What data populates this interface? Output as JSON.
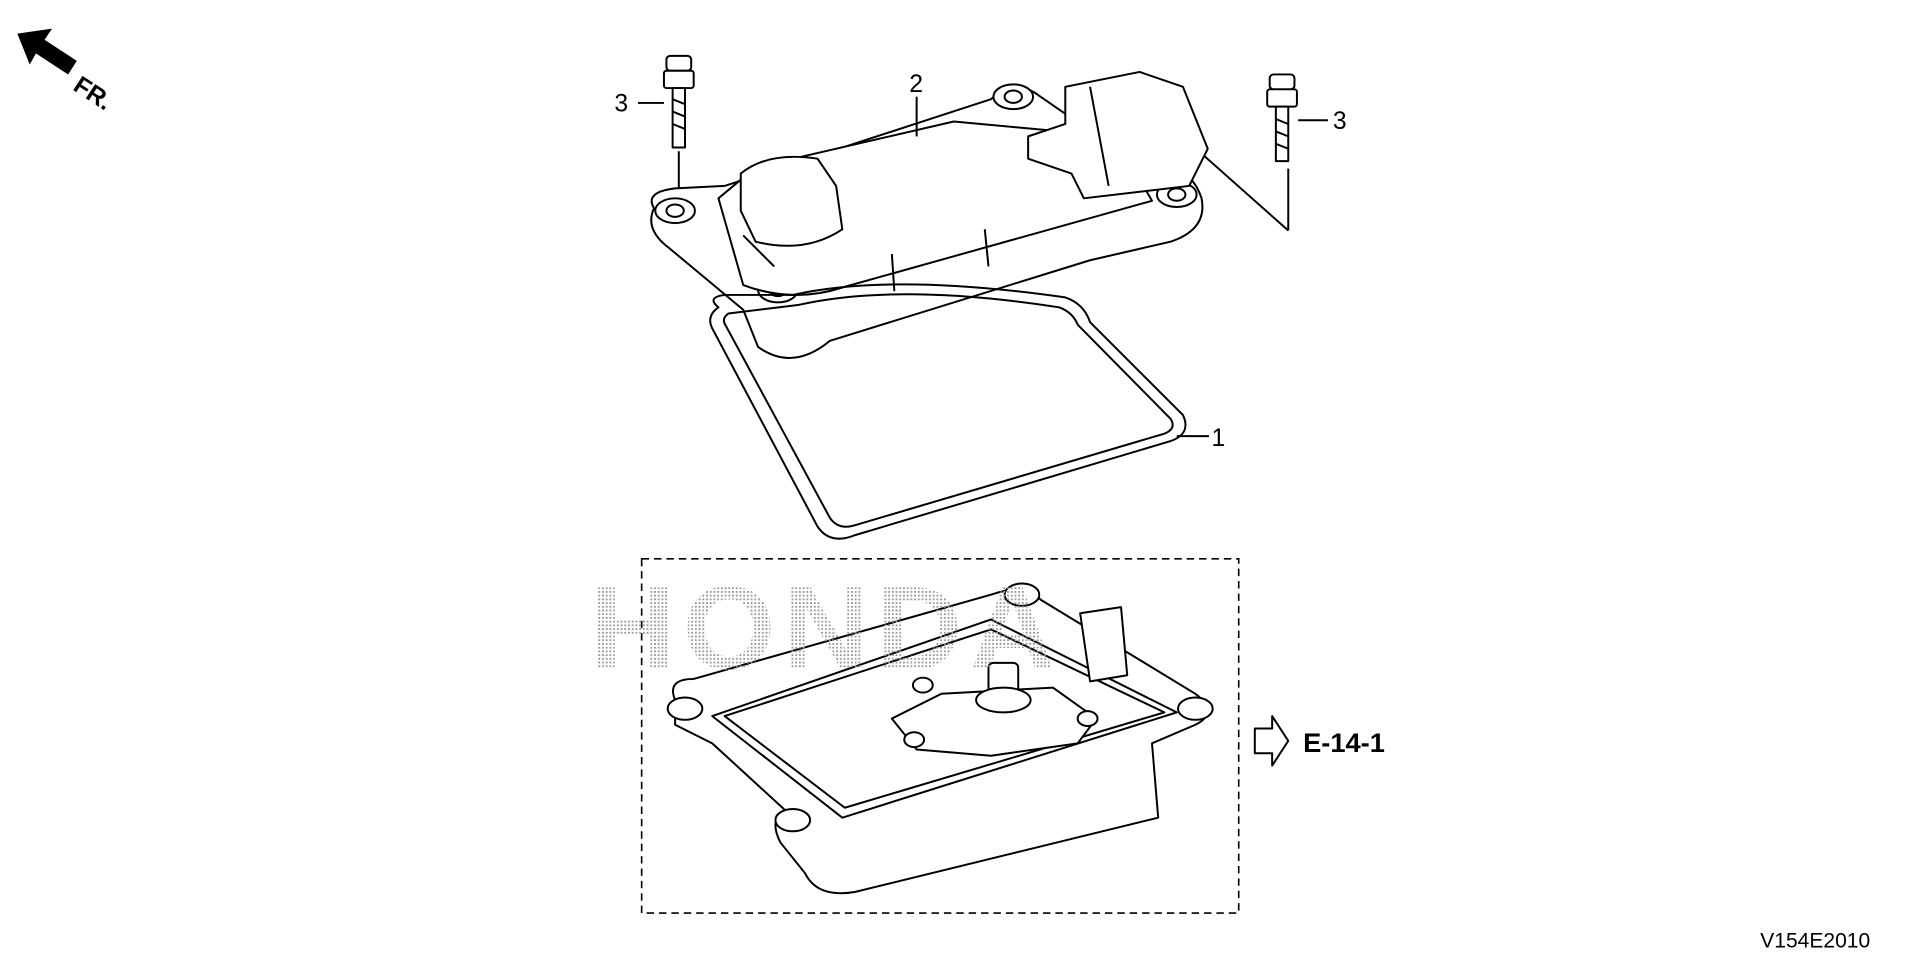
{
  "diagram": {
    "direction_indicator": "FR.",
    "callouts": [
      {
        "number": "3",
        "part": "bolt-left"
      },
      {
        "number": "2",
        "part": "cover"
      },
      {
        "number": "3",
        "part": "bolt-right"
      },
      {
        "number": "1",
        "part": "gasket"
      }
    ],
    "reference": "E-14-1",
    "watermark": "HONDA",
    "diagram_code": "V154E2010",
    "colors": {
      "line": "#000000",
      "background": "#ffffff",
      "watermark": "#9a9a9a"
    }
  }
}
